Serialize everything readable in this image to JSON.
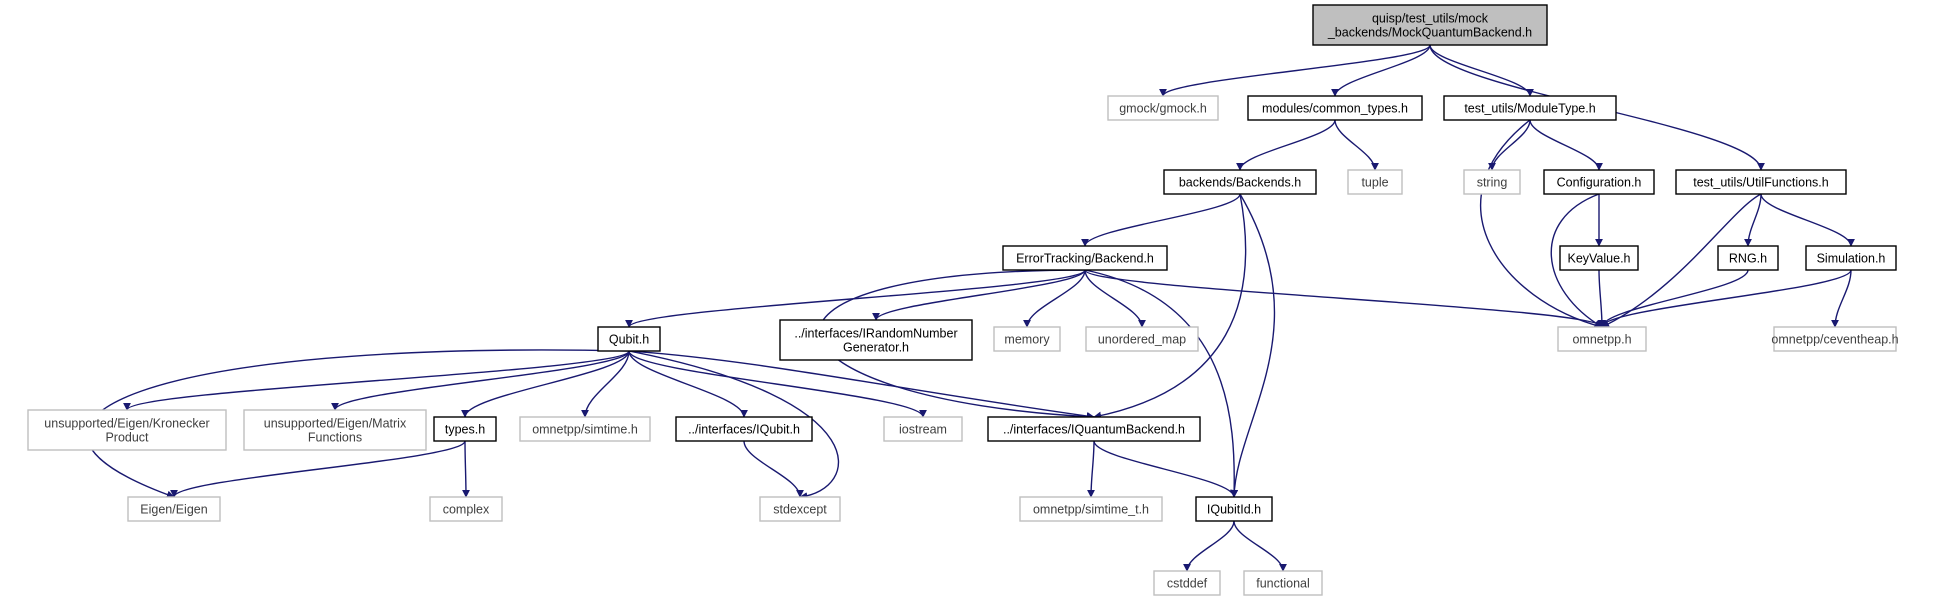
{
  "colors": {
    "edge": "#191970",
    "root_fill": "#bfbfbf",
    "external_border": "#bfbfbf",
    "internal_border": "#000000"
  },
  "nodes": [
    {
      "id": "root",
      "lines": [
        "quisp/test_utils/mock",
        "_backends/MockQuantumBackend.h"
      ],
      "kind": "root"
    },
    {
      "id": "gmock",
      "lines": [
        "gmock/gmock.h"
      ],
      "kind": "external"
    },
    {
      "id": "common_types",
      "lines": [
        "modules/common_types.h"
      ],
      "kind": "internal"
    },
    {
      "id": "moduletype",
      "lines": [
        "test_utils/ModuleType.h"
      ],
      "kind": "internal"
    },
    {
      "id": "utilfunctions",
      "lines": [
        "test_utils/UtilFunctions.h"
      ],
      "kind": "internal"
    },
    {
      "id": "backends",
      "lines": [
        "backends/Backends.h"
      ],
      "kind": "internal"
    },
    {
      "id": "tuple",
      "lines": [
        "tuple"
      ],
      "kind": "external"
    },
    {
      "id": "string",
      "lines": [
        "string"
      ],
      "kind": "external"
    },
    {
      "id": "configuration",
      "lines": [
        "Configuration.h"
      ],
      "kind": "internal"
    },
    {
      "id": "errorbackend",
      "lines": [
        "ErrorTracking/Backend.h"
      ],
      "kind": "internal"
    },
    {
      "id": "keyvalue",
      "lines": [
        "KeyValue.h"
      ],
      "kind": "internal"
    },
    {
      "id": "rng",
      "lines": [
        "RNG.h"
      ],
      "kind": "internal"
    },
    {
      "id": "simulation",
      "lines": [
        "Simulation.h"
      ],
      "kind": "internal"
    },
    {
      "id": "qubit",
      "lines": [
        "Qubit.h"
      ],
      "kind": "internal"
    },
    {
      "id": "irandom",
      "lines": [
        "../interfaces/IRandomNumber",
        "Generator.h"
      ],
      "kind": "internal"
    },
    {
      "id": "memory",
      "lines": [
        "memory"
      ],
      "kind": "external"
    },
    {
      "id": "unordered_map",
      "lines": [
        "unordered_map"
      ],
      "kind": "external"
    },
    {
      "id": "omnetpp",
      "lines": [
        "omnetpp.h"
      ],
      "kind": "external"
    },
    {
      "id": "ceventheap",
      "lines": [
        "omnetpp/ceventheap.h"
      ],
      "kind": "external"
    },
    {
      "id": "kronecker",
      "lines": [
        "unsupported/Eigen/Kronecker",
        "Product"
      ],
      "kind": "external"
    },
    {
      "id": "matrixfunctions",
      "lines": [
        "unsupported/Eigen/Matrix",
        "Functions"
      ],
      "kind": "external"
    },
    {
      "id": "types",
      "lines": [
        "types.h"
      ],
      "kind": "internal"
    },
    {
      "id": "simtime",
      "lines": [
        "omnetpp/simtime.h"
      ],
      "kind": "external"
    },
    {
      "id": "iqubit",
      "lines": [
        "../interfaces/IQubit.h"
      ],
      "kind": "internal"
    },
    {
      "id": "iostream",
      "lines": [
        "iostream"
      ],
      "kind": "external"
    },
    {
      "id": "iquantumbackend",
      "lines": [
        "../interfaces/IQuantumBackend.h"
      ],
      "kind": "internal"
    },
    {
      "id": "eigen",
      "lines": [
        "Eigen/Eigen"
      ],
      "kind": "external"
    },
    {
      "id": "complex",
      "lines": [
        "complex"
      ],
      "kind": "external"
    },
    {
      "id": "stdexcept",
      "lines": [
        "stdexcept"
      ],
      "kind": "external"
    },
    {
      "id": "simtime_t",
      "lines": [
        "omnetpp/simtime_t.h"
      ],
      "kind": "external"
    },
    {
      "id": "iqubitid",
      "lines": [
        "IQubitId.h"
      ],
      "kind": "internal"
    },
    {
      "id": "cstddef",
      "lines": [
        "cstddef"
      ],
      "kind": "external"
    },
    {
      "id": "functional",
      "lines": [
        "functional"
      ],
      "kind": "external"
    }
  ],
  "edges": [
    [
      "root",
      "gmock"
    ],
    [
      "root",
      "common_types"
    ],
    [
      "root",
      "moduletype"
    ],
    [
      "root",
      "utilfunctions"
    ],
    [
      "common_types",
      "backends"
    ],
    [
      "common_types",
      "tuple"
    ],
    [
      "moduletype",
      "string"
    ],
    [
      "moduletype",
      "configuration"
    ],
    [
      "moduletype",
      "omnetpp"
    ],
    [
      "configuration",
      "keyvalue"
    ],
    [
      "configuration",
      "omnetpp"
    ],
    [
      "keyvalue",
      "omnetpp"
    ],
    [
      "utilfunctions",
      "rng"
    ],
    [
      "utilfunctions",
      "simulation"
    ],
    [
      "utilfunctions",
      "omnetpp"
    ],
    [
      "rng",
      "omnetpp"
    ],
    [
      "simulation",
      "omnetpp"
    ],
    [
      "simulation",
      "ceventheap"
    ],
    [
      "backends",
      "errorbackend"
    ],
    [
      "backends",
      "iquantumbackend"
    ],
    [
      "backends",
      "iqubitid"
    ],
    [
      "errorbackend",
      "qubit"
    ],
    [
      "errorbackend",
      "irandom"
    ],
    [
      "errorbackend",
      "memory"
    ],
    [
      "errorbackend",
      "unordered_map"
    ],
    [
      "errorbackend",
      "omnetpp"
    ],
    [
      "errorbackend",
      "iquantumbackend"
    ],
    [
      "errorbackend",
      "iqubitid"
    ],
    [
      "qubit",
      "eigen"
    ],
    [
      "qubit",
      "kronecker"
    ],
    [
      "qubit",
      "matrixfunctions"
    ],
    [
      "qubit",
      "types"
    ],
    [
      "qubit",
      "simtime"
    ],
    [
      "qubit",
      "iqubit"
    ],
    [
      "qubit",
      "iostream"
    ],
    [
      "qubit",
      "iquantumbackend"
    ],
    [
      "qubit",
      "stdexcept"
    ],
    [
      "types",
      "eigen"
    ],
    [
      "types",
      "complex"
    ],
    [
      "iqubit",
      "stdexcept"
    ],
    [
      "iquantumbackend",
      "simtime_t"
    ],
    [
      "iquantumbackend",
      "iqubitid"
    ],
    [
      "iqubitid",
      "cstddef"
    ],
    [
      "iqubitid",
      "functional"
    ]
  ]
}
